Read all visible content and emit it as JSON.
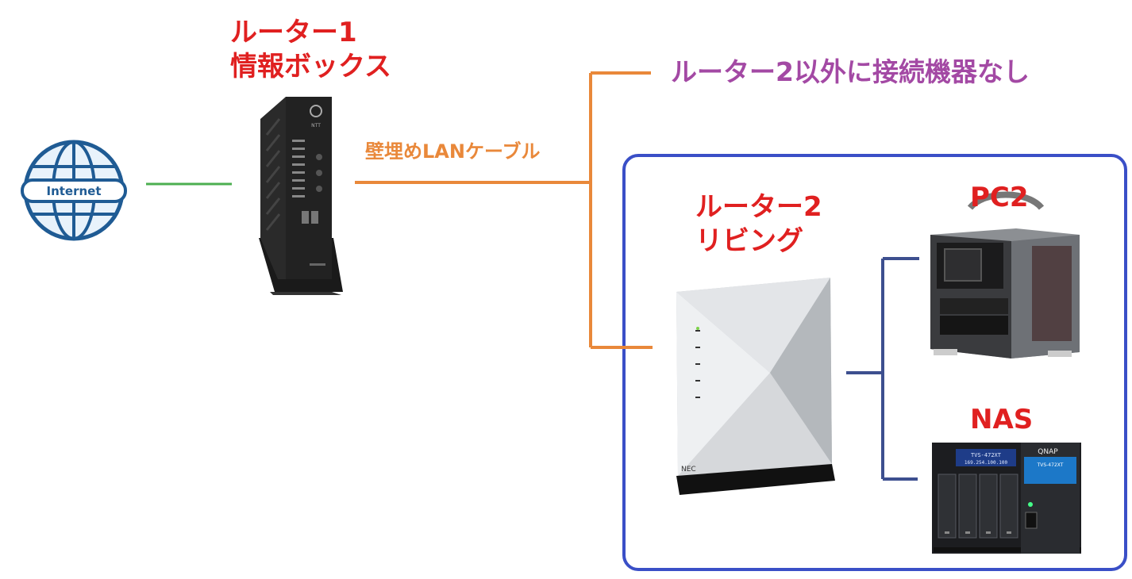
{
  "internet_icon_label": "Internet",
  "router1": {
    "line1": "ルーター1",
    "line2": "情報ボックス"
  },
  "cable_label": "壁埋めLANケーブル",
  "branch_note": "ルーター2以外に接続機器なし",
  "router2": {
    "line1": "ルーター2",
    "line2": "リビング"
  },
  "pc2_label": "PC2",
  "nas_label": "NAS",
  "device_text": {
    "router1_brand": "NTT",
    "router2_brand": "NEC",
    "nas_brand": "QNAP",
    "nas_model": "TVS-472XT",
    "nas_lcd_line1": "TVS-472XT",
    "nas_lcd_line2": "169.254.100.100"
  },
  "colors": {
    "internet_line": "#4caf50",
    "cable": "#e9883a",
    "living_group_border": "#3a4fc7",
    "device_link": "#3d4f8f",
    "red_label": "#e02020",
    "purple_label": "#a349a4"
  },
  "icons": [
    "globe-icon",
    "router1-image",
    "router2-image",
    "pc2-image",
    "nas-image"
  ]
}
